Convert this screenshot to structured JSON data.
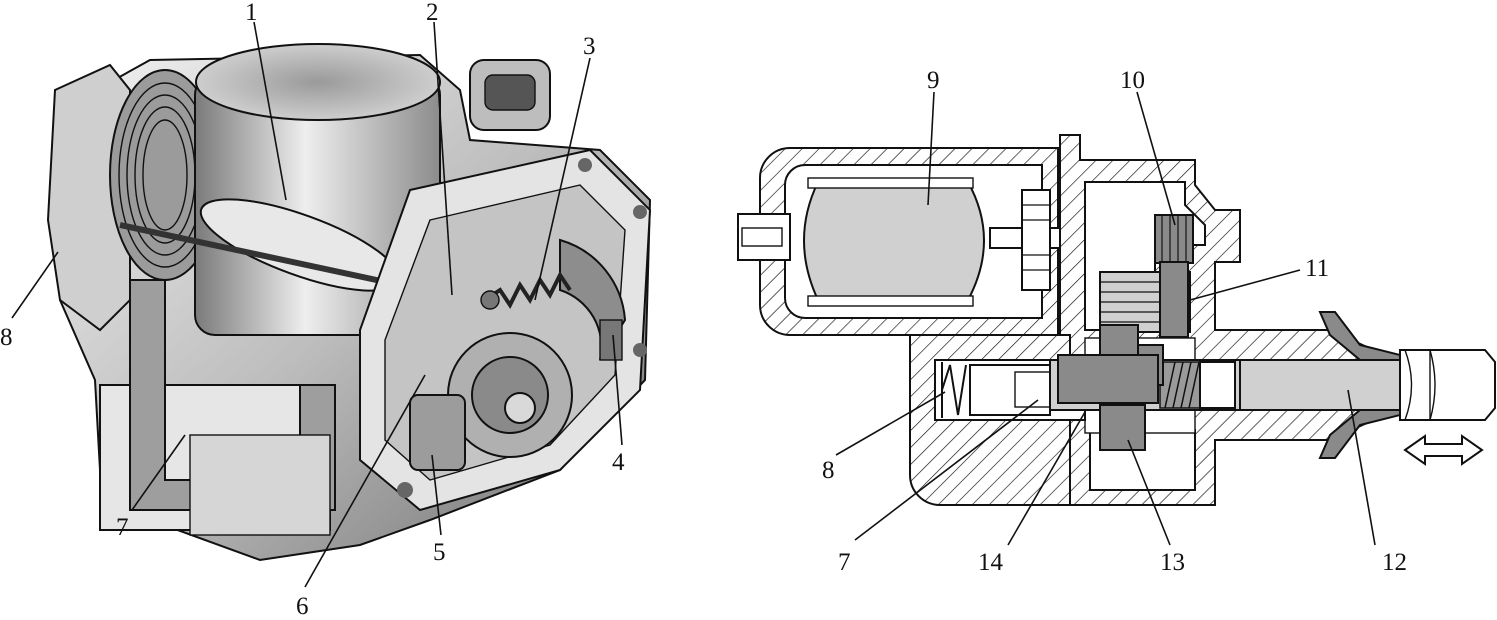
{
  "left_view": {
    "callouts": {
      "c1": "1",
      "c2": "2",
      "c3": "3",
      "c4": "4",
      "c5": "5",
      "c6": "6",
      "c7": "7",
      "c8": "8"
    }
  },
  "right_view": {
    "callouts": {
      "c7": "7",
      "c8": "8",
      "c9": "9",
      "c10": "10",
      "c11": "11",
      "c12": "12",
      "c13": "13",
      "c14": "14"
    }
  },
  "colors": {
    "ink": "#111111",
    "part_fill": "#d0d0d0",
    "dark_part": "#8a8a8a",
    "background": "#ffffff"
  }
}
